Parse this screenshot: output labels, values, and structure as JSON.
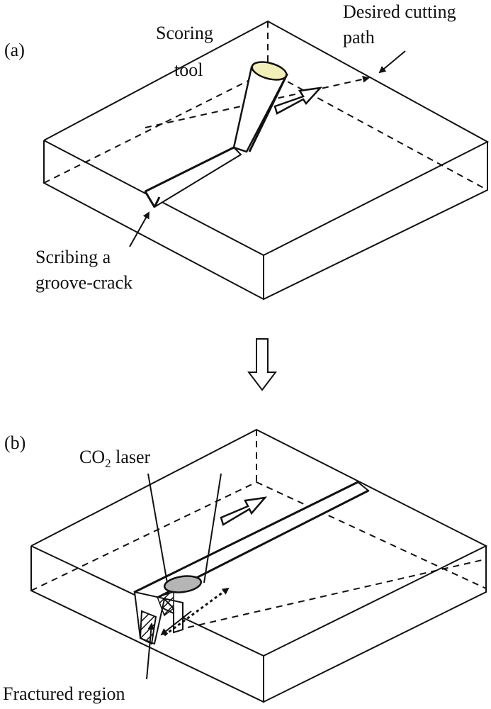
{
  "panel_a": {
    "label": "(a)",
    "tool_label_line1": "Scoring",
    "tool_label_line2": "tool",
    "path_label_line1": "Desired cutting",
    "path_label_line2": "path",
    "groove_label_line1": "Scribing a",
    "groove_label_line2": "groove-crack"
  },
  "panel_b": {
    "label": "(b)",
    "laser_label_main": "CO",
    "laser_label_sub": "2",
    "laser_label_rest": " laser",
    "fracture_label": "Fractured region"
  },
  "colors": {
    "tool_tip": "#f3efb8",
    "laser_spot": "#b5b5b5",
    "line": "#111111"
  }
}
